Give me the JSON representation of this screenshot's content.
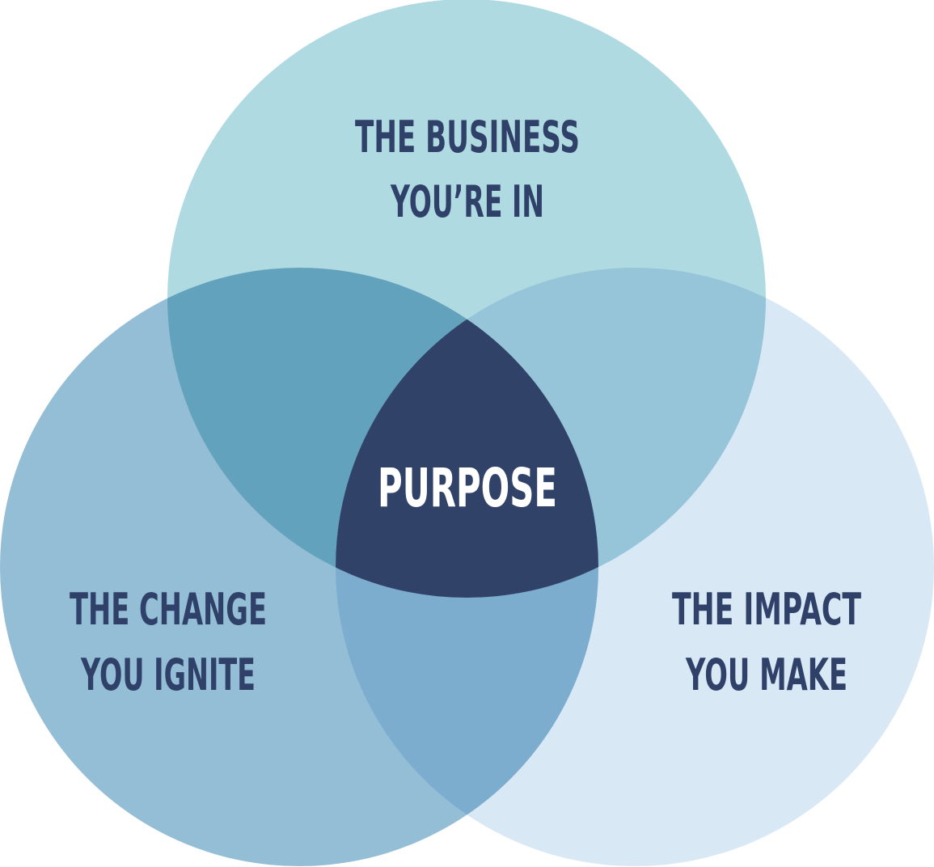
{
  "diagram": {
    "type": "venn",
    "center_label": "PURPOSE",
    "circles": [
      {
        "key": "business",
        "lines": [
          "THE BUSINESS",
          "YOU’RE IN"
        ],
        "color": "#b0dae2"
      },
      {
        "key": "change",
        "lines": [
          "THE CHANGE",
          "YOU IGNITE"
        ],
        "color": "#94bdd6"
      },
      {
        "key": "impact",
        "lines": [
          "THE IMPACT",
          "YOU MAKE"
        ],
        "color": "#d9e8f5"
      }
    ],
    "overlap_colors": {
      "business_change": "#63a2bc",
      "business_impact": "#96c5da",
      "change_impact": "#7cadce",
      "all_three": "#314269"
    },
    "text_color": "#2f4169",
    "center_text_color": "#ffffff"
  }
}
